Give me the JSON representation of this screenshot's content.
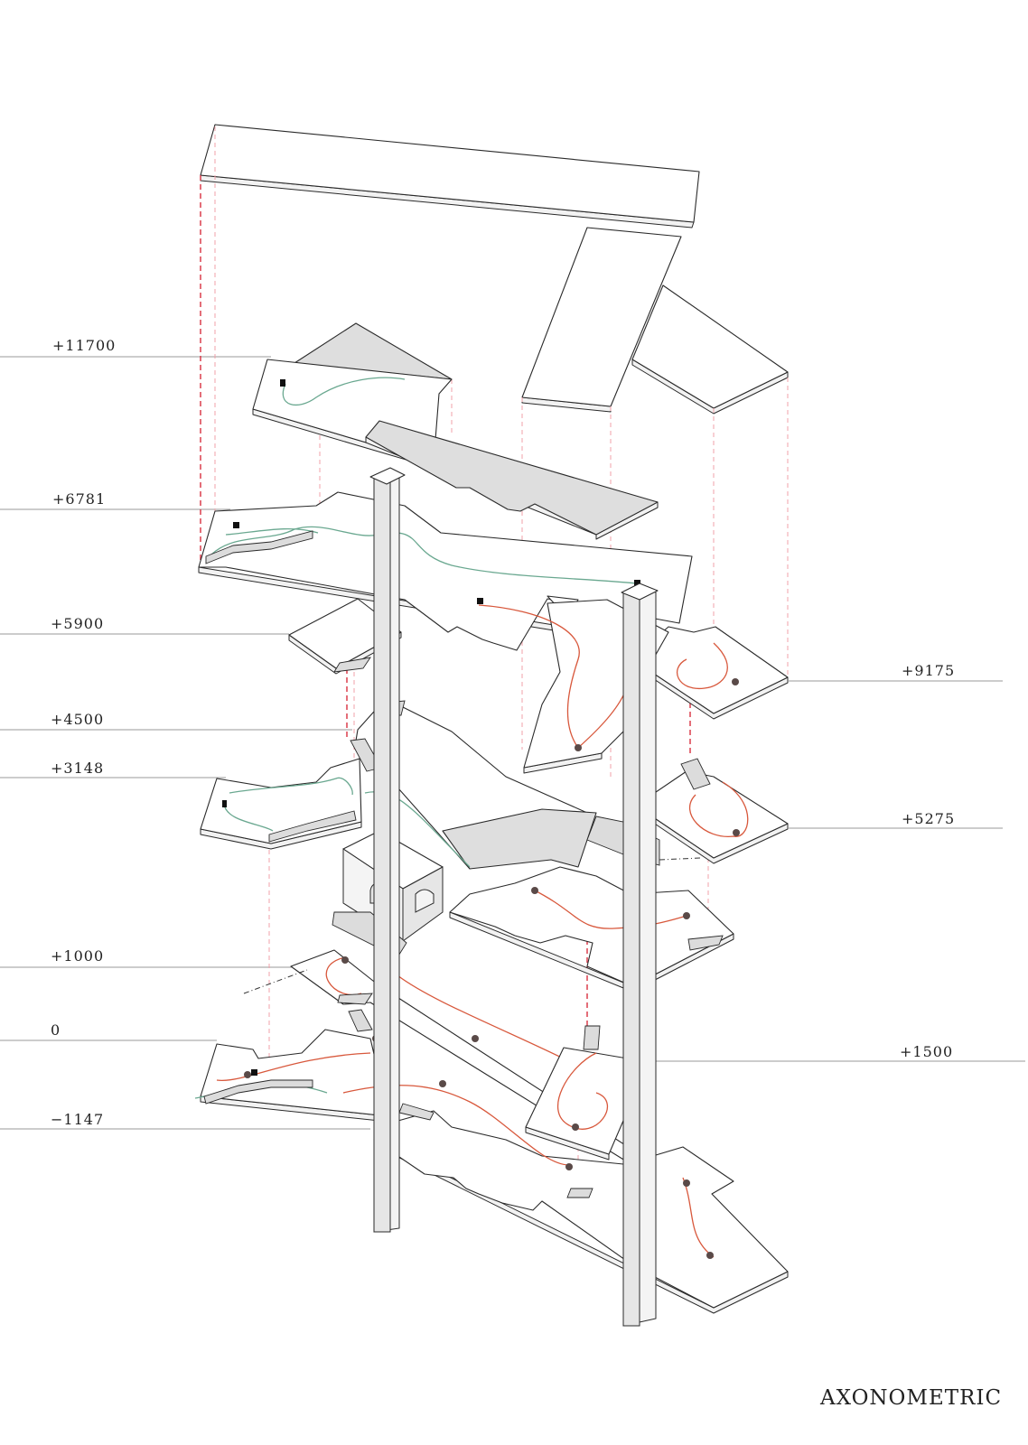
{
  "levels_left": [
    "+11700",
    "+6781",
    "+5900",
    "+4500",
    "+3148",
    "+1000",
    "0",
    "−1147"
  ],
  "levels_right": [
    "+9175",
    "+5275",
    "+1500"
  ],
  "title": "AXONOMETRIC",
  "colors": {
    "circulation_green": "#6aa890",
    "circulation_red": "#d8583c",
    "projection_red": "#d83040",
    "leader_grey": "#9a9a9a",
    "shade_grey": "#dedede"
  }
}
